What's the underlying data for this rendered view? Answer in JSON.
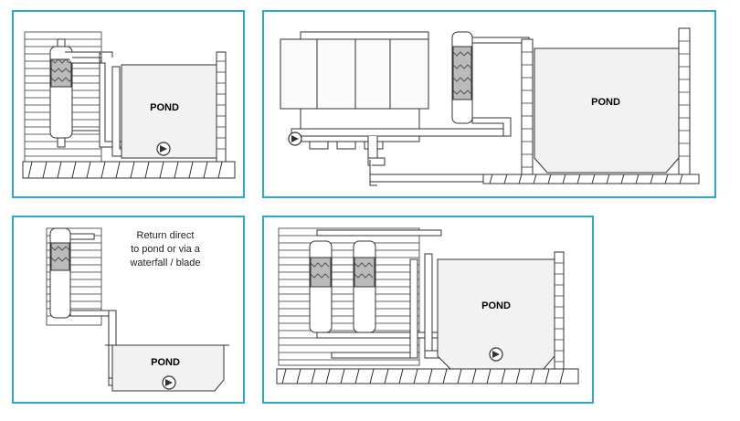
{
  "panels": [
    {
      "id": "panel-1",
      "pond_label": "POND"
    },
    {
      "id": "panel-2",
      "pond_label": "POND"
    },
    {
      "id": "panel-3",
      "pond_label": "POND",
      "note_lines": [
        "Return direct",
        "to pond or via a",
        "waterfall / blade"
      ]
    },
    {
      "id": "panel-4",
      "pond_label": "POND"
    }
  ],
  "colors": {
    "frame": "#29a8d6",
    "line": "#333333",
    "pond_fill": "#f2f2f2",
    "pipe": "#ffffff"
  },
  "icons": [
    "pump-icon",
    "valve-icon",
    "flow-arrow-icon",
    "filter-media-icon",
    "uv-unit-icon"
  ]
}
